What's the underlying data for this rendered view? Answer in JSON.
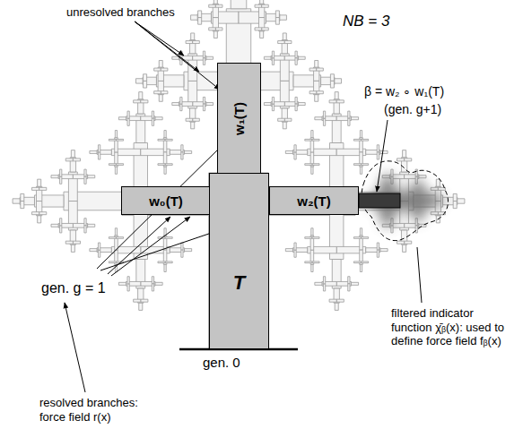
{
  "diagram": {
    "nodes": [
      {
        "text": [
          "T"
        ]
      },
      {
        "text": [
          "w₀(T)"
        ]
      },
      {
        "text": [
          "w₁(T)"
        ]
      },
      {
        "text": [
          "w₂(T)"
        ]
      }
    ],
    "labels": [
      "unresolved branches",
      "NB = 3",
      "β = w₂ ∘ w₁(T)",
      "(gen. g+1)",
      "filtered indicator function χ̄ᵦ(x): used to define force field fᵦ(x)",
      "gen. g = 1",
      "gen. 0",
      "resolved branches: force field r(x)"
    ]
  }
}
